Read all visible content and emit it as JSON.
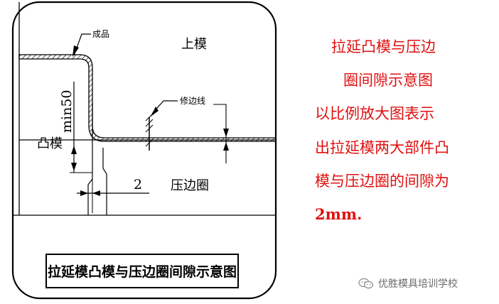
{
  "diagram": {
    "labels": {
      "product": "成品",
      "upper_die": "上模",
      "trim_line": "修边线",
      "punch": "凸模",
      "min_dimension": "min50",
      "gap_dimension": "2",
      "blank_holder": "压边圈",
      "caption_box": "拉延模凸模与压边圈间隙示意图"
    }
  },
  "explanation": {
    "lines": [
      "拉延凸模与压边",
      "圈间隙示意图",
      "以比例放大图表示",
      "出拉延模两大部件凸",
      "模与压边圈的间隙为",
      "2mm."
    ],
    "color": "#e01010"
  },
  "watermark": {
    "icon": "wechat-icon",
    "text": "优胜模具培训学校"
  }
}
